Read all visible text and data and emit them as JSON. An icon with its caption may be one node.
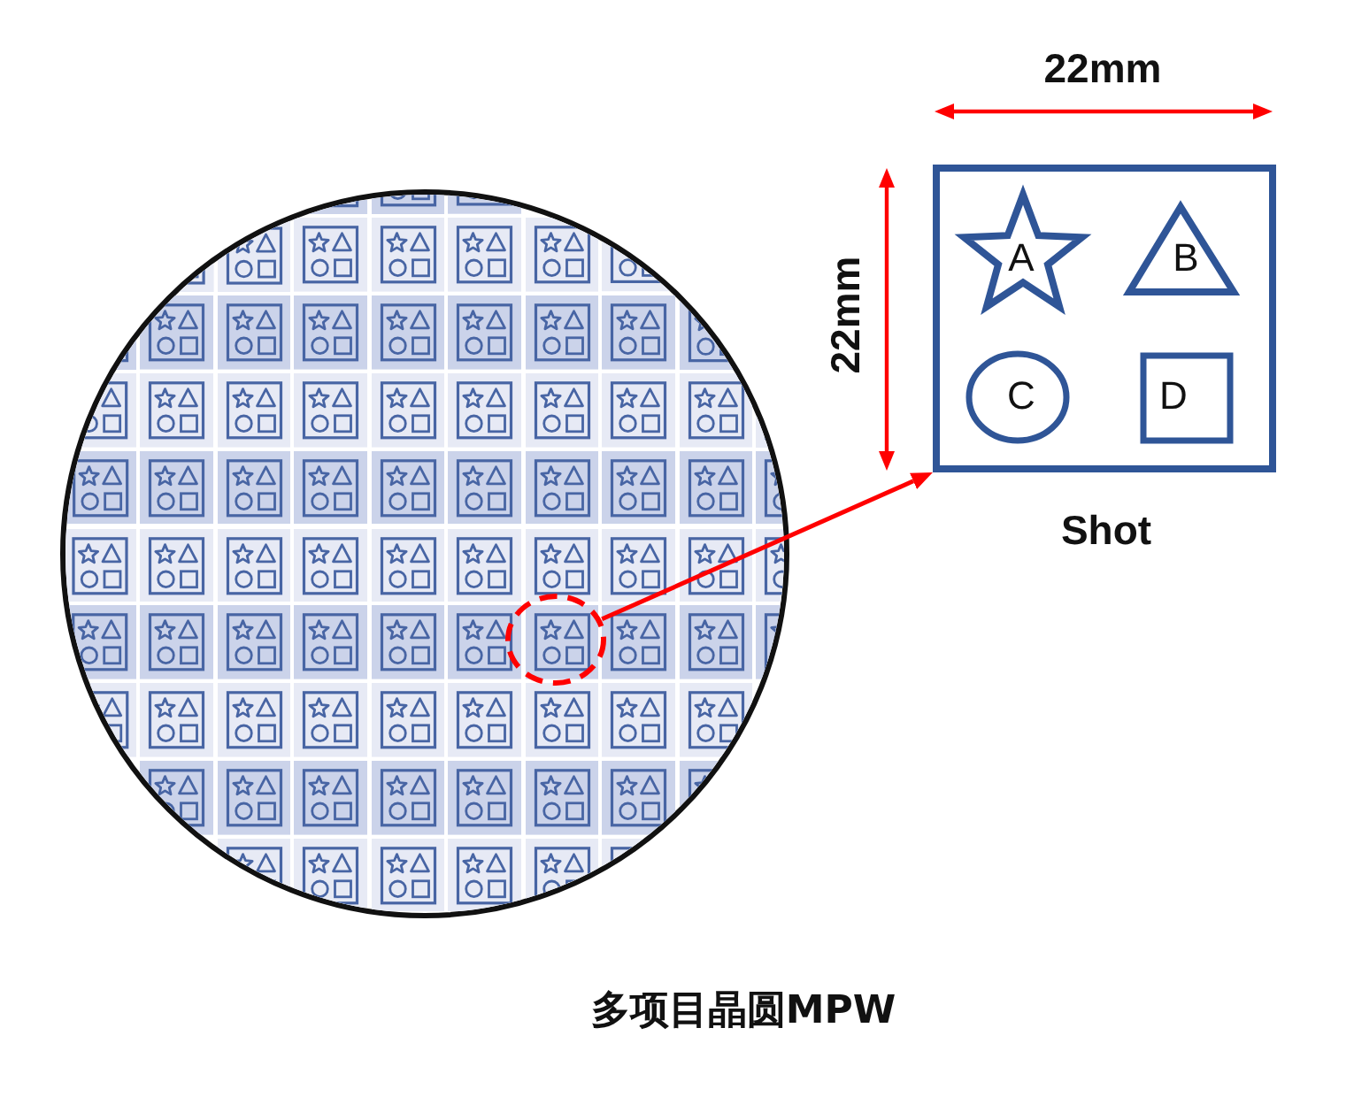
{
  "diagram": {
    "caption": "多项目晶圆MPW",
    "nodes": [
      {
        "text": [],
        "shape": "circle"
      },
      {
        "text": [],
        "shape": "circle",
        "in": 0
      },
      {
        "text": [
          "Shot"
        ]
      },
      {
        "text": [
          "A"
        ],
        "in": 2
      },
      {
        "text": [
          "B"
        ],
        "in": 2
      },
      {
        "text": [
          "C"
        ],
        "in": 2
      },
      {
        "text": [
          "D"
        ],
        "in": 2
      }
    ],
    "edges": [
      {
        "from": 1,
        "to": 2,
        "arrow": "to",
        "color": "#ff0000"
      }
    ],
    "labels": [
      "22mm",
      "22mm"
    ]
  }
}
